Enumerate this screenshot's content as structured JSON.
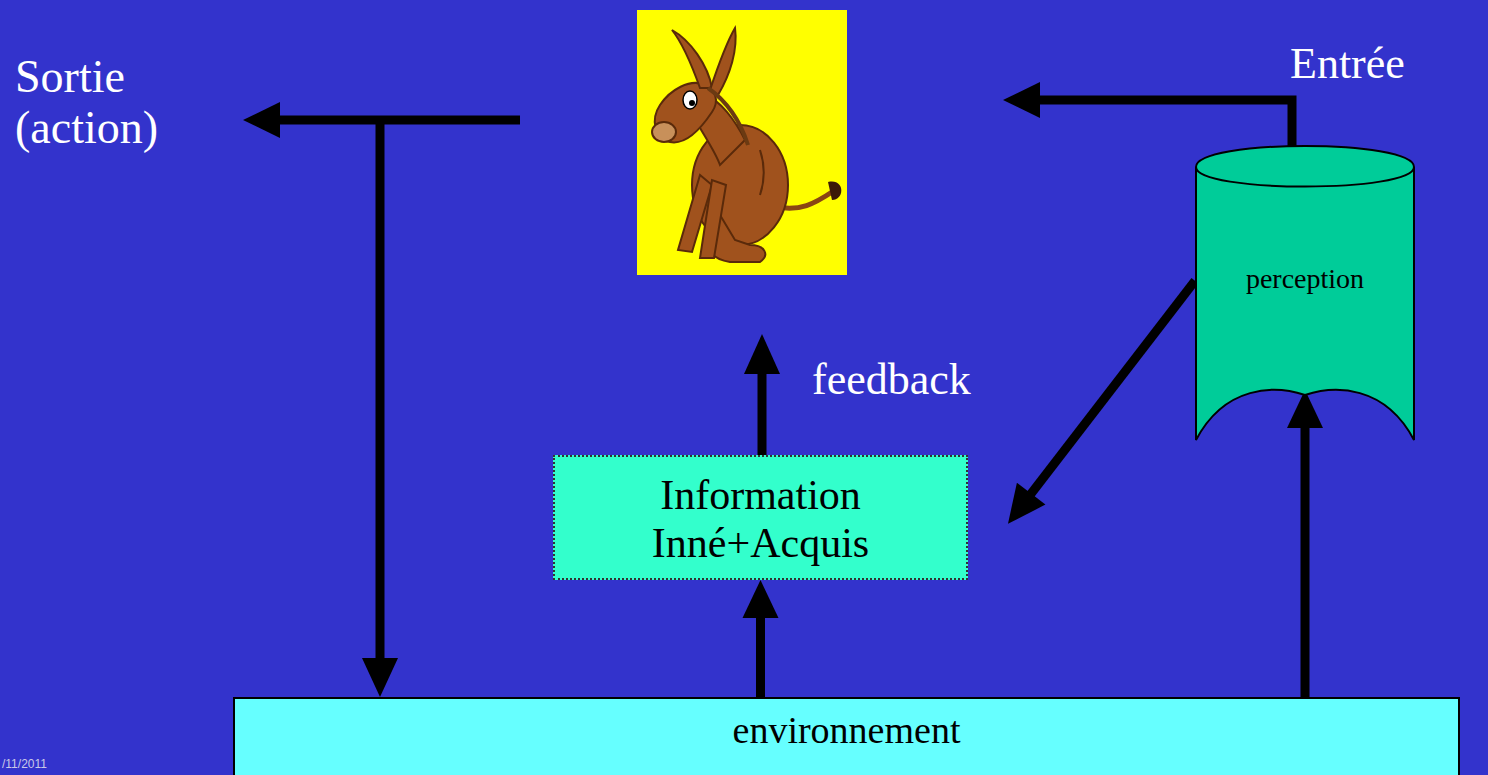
{
  "diagram": {
    "nodes": [
      {
        "text": [
          "environnement"
        ]
      },
      {
        "text": [
          "Information Inné+Acquis"
        ]
      },
      {
        "text": [
          "perception"
        ]
      }
    ],
    "edges": [
      {
        "from": 0,
        "to": 2,
        "arrow": "to"
      },
      {
        "from": 0,
        "to": 1,
        "arrow": "to"
      },
      {
        "from": 2,
        "to": 1,
        "arrow": "to"
      }
    ],
    "labels": [
      "Entrée",
      "Sortie (action)",
      "feedback",
      "/11/2011"
    ]
  }
}
